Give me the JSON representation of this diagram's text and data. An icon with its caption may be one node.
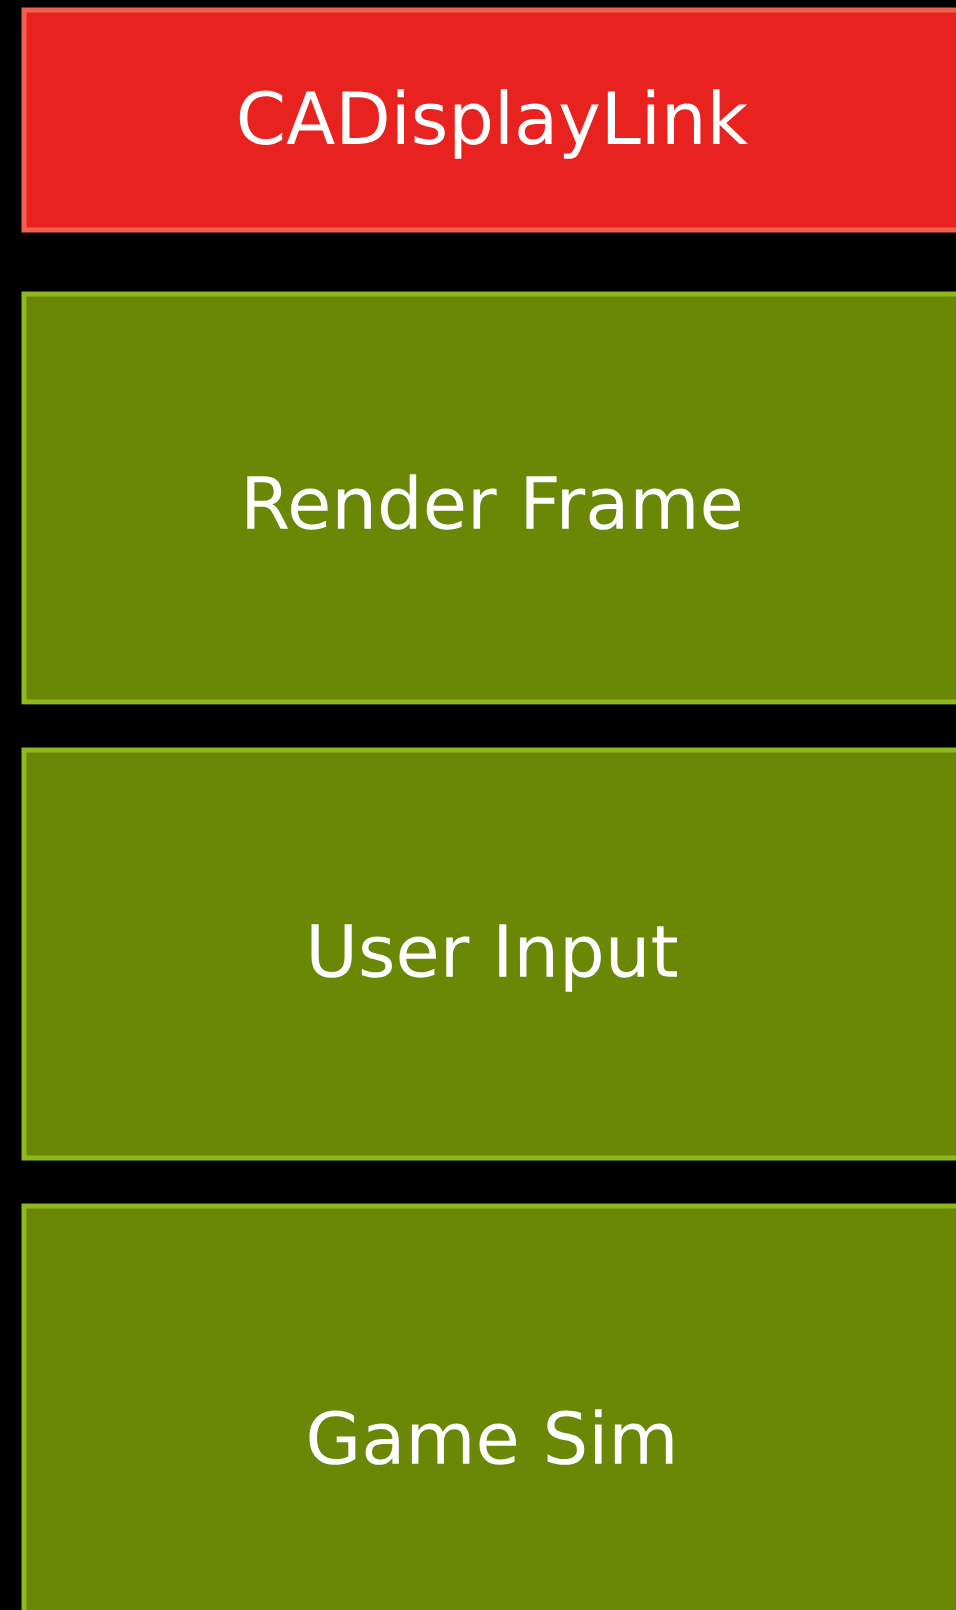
{
  "diagram": {
    "nodes": [
      {
        "text": [
          "CADisplayLink"
        ]
      },
      {
        "text": [
          "Render Frame"
        ]
      },
      {
        "text": [
          "User Input"
        ]
      },
      {
        "text": [
          "Game Sim"
        ]
      }
    ]
  }
}
